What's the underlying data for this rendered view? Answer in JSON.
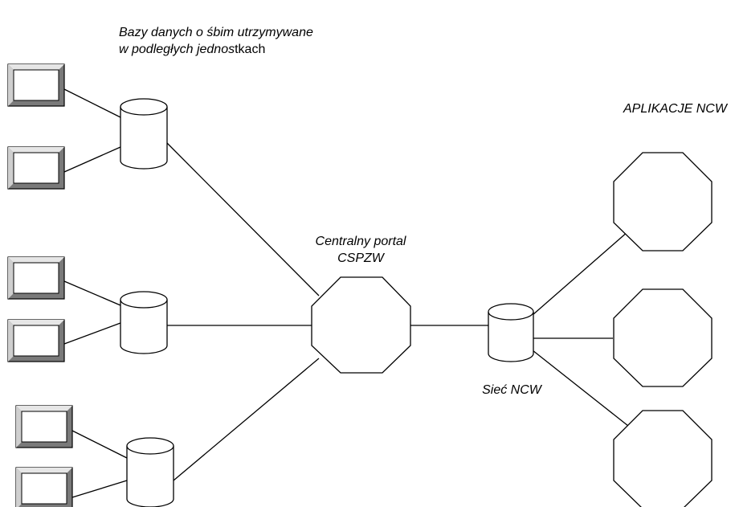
{
  "labels": {
    "local_db_line1": "Bazy danych o śbim utrzymywane",
    "local_db_line2_italic": "w podległych jednos",
    "local_db_line2_upright": "tkach",
    "central_portal_line1": "Centralny portal",
    "central_portal_line2": "CSPZW",
    "network": "Sieć NCW",
    "applications": "APLIKACJE NCW"
  },
  "colors": {
    "line": "#000000",
    "background": "#ffffff",
    "terminal_bevel_dark": "#7a7a7a",
    "terminal_bevel_light": "#d9d9d9"
  },
  "nodes": {
    "terminal_count": 6,
    "database_count": 4,
    "application_count": 3,
    "icons": [
      "terminal-icon",
      "database-icon",
      "portal-octagon",
      "application-octagon"
    ]
  }
}
